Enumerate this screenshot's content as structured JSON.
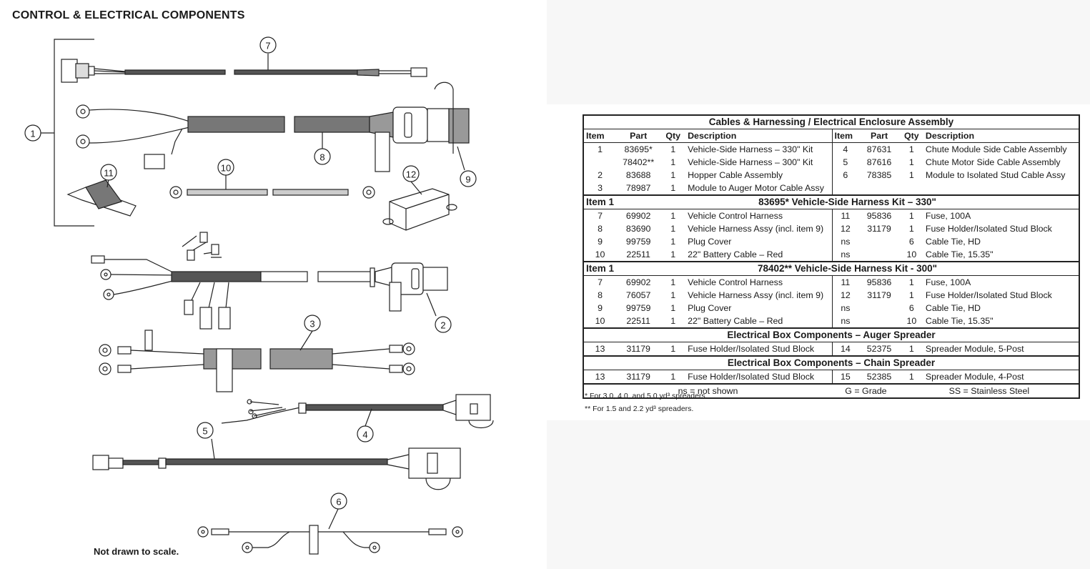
{
  "page": {
    "title": "CONTROL & ELECTRICAL COMPONENTS",
    "scale_note": "Not drawn to scale."
  },
  "callouts": [
    "1",
    "2",
    "3",
    "4",
    "5",
    "6",
    "7",
    "8",
    "9",
    "10",
    "11",
    "12"
  ],
  "table": {
    "title": "Cables & Harnessing / Electrical Enclosure Assembly",
    "headers": [
      "Item",
      "Part",
      "Qty",
      "Description",
      "Item",
      "Part",
      "Qty",
      "Description"
    ],
    "rows": [
      [
        "1",
        "83695*",
        "1",
        "Vehicle-Side Harness – 330\" Kit",
        "4",
        "87631",
        "1",
        "Chute Module Side Cable Assembly"
      ],
      [
        "",
        "78402**",
        "1",
        "Vehicle-Side Harness  – 300\" Kit",
        "5",
        "87616",
        "1",
        "Chute Motor Side Cable Assembly"
      ],
      [
        "2",
        "83688",
        "1",
        "Hopper Cable Assembly",
        "6",
        "78385",
        "1",
        "Module to Isolated Stud Cable Assy"
      ],
      [
        "3",
        "78987",
        "1",
        "Module to Auger Motor Cable Assy",
        "",
        "",
        "",
        ""
      ]
    ],
    "kit330": {
      "item_label": "Item 1",
      "title": "83695*  Vehicle-Side Harness Kit – 330\"",
      "rows": [
        [
          "7",
          "69902",
          "1",
          "Vehicle Control Harness",
          "11",
          "95836",
          "1",
          "Fuse, 100A"
        ],
        [
          "8",
          "83690",
          "1",
          "Vehicle Harness Assy (incl. item 9)",
          "12",
          "31179",
          "1",
          "Fuse Holder/Isolated Stud Block"
        ],
        [
          "9",
          "99759",
          "1",
          "Plug Cover",
          "ns",
          "",
          "6",
          "Cable Tie, HD"
        ],
        [
          "10",
          "22511",
          "1",
          "22\" Battery Cable – Red",
          "ns",
          "",
          "10",
          "Cable Tie, 15.35\""
        ]
      ]
    },
    "kit300": {
      "item_label": "Item 1",
      "title": "78402**  Vehicle-Side Harness Kit - 300\"",
      "rows": [
        [
          "7",
          "69902",
          "1",
          "Vehicle Control Harness",
          "11",
          "95836",
          "1",
          "Fuse, 100A"
        ],
        [
          "8",
          "76057",
          "1",
          "Vehicle Harness Assy (incl. item 9)",
          "12",
          "31179",
          "1",
          "Fuse Holder/Isolated Stud Block"
        ],
        [
          "9",
          "99759",
          "1",
          "Plug Cover",
          "ns",
          "",
          "6",
          "Cable Tie, HD"
        ],
        [
          "10",
          "22511",
          "1",
          "22\" Battery Cable – Red",
          "ns",
          "",
          "10",
          "Cable Tie, 15.35\""
        ]
      ]
    },
    "auger": {
      "title": "Electrical Box Components – Auger Spreader",
      "rows": [
        [
          "13",
          "31179",
          "1",
          "Fuse Holder/Isolated Stud Block",
          "14",
          "52375",
          "1",
          "Spreader Module, 5-Post"
        ]
      ]
    },
    "chain": {
      "title": "Electrical Box Components – Chain Spreader",
      "rows": [
        [
          "13",
          "31179",
          "1",
          "Fuse Holder/Isolated Stud Block",
          "15",
          "52385",
          "1",
          "Spreader Module, 4-Post"
        ]
      ]
    },
    "legend": {
      "ns": "ns = not shown",
      "g": "G = Grade",
      "ss": "SS = Stainless Steel"
    }
  },
  "footnotes": [
    "*  For 3.0, 4.0, and 5.0 yd³ spreaders.",
    "** For 1.5 and 2.2 yd³ spreaders."
  ]
}
